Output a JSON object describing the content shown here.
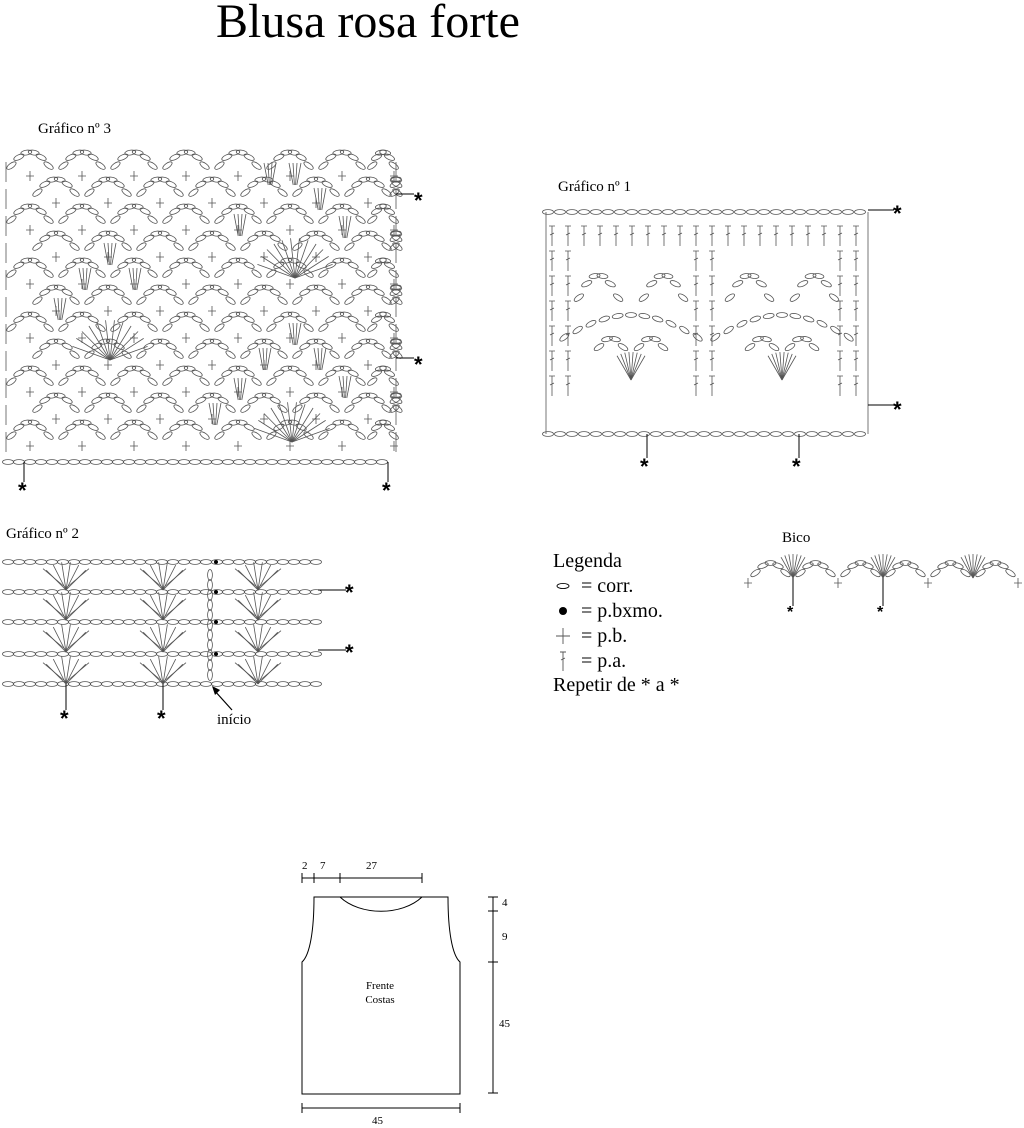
{
  "title": "Blusa rosa forte",
  "chart3": {
    "label": "Gráfico nº 3"
  },
  "chart1": {
    "label": "Gráfico nº 1"
  },
  "chart2": {
    "label": "Gráfico nº 2",
    "start_label": "início"
  },
  "bico": {
    "label": "Bico"
  },
  "repeat_mark": "*",
  "legend": {
    "heading": "Legenda",
    "items": [
      {
        "icon": "chain-stitch-icon",
        "text": "= corr."
      },
      {
        "icon": "slip-stitch-icon",
        "text": "= p.bxmo."
      },
      {
        "icon": "single-crochet-icon",
        "text": "= p.b."
      },
      {
        "icon": "double-crochet-icon",
        "text": "= p.a."
      }
    ],
    "repeat_note": "Repetir de * a *"
  },
  "schematic": {
    "panel_text": [
      "Frente",
      "Costas"
    ],
    "top_dims": [
      "2",
      "7",
      "27"
    ],
    "side_dims": [
      "4",
      "9",
      "45"
    ],
    "bottom_dim": "45"
  }
}
